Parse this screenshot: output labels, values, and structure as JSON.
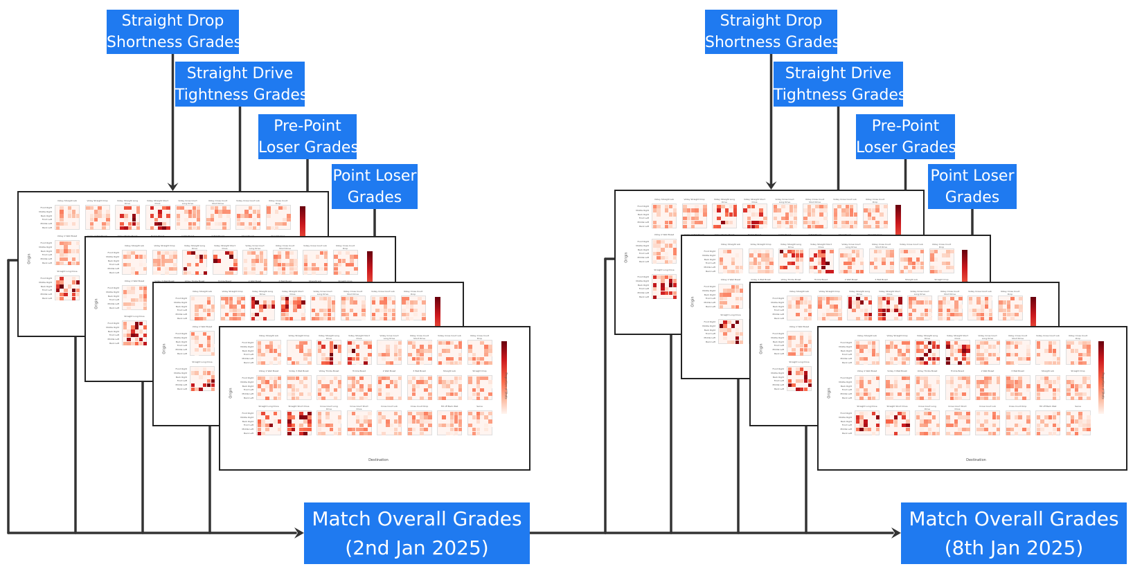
{
  "groups": [
    {
      "callouts": [
        "Straight Drop\nShortness Grades",
        "Straight Drive\nTightness Grades",
        "Pre-Point\nLoser Grades",
        "Point Loser\nGrades"
      ],
      "callout_lines": [
        [
          "Straight Drop",
          "Shortness Grades"
        ],
        [
          "Straight Drive",
          "Tightness Grades"
        ],
        [
          "Pre-Point",
          "Loser Grades"
        ],
        [
          "Point Loser",
          "Grades"
        ]
      ],
      "result": {
        "line1": "Match Overall Grades",
        "line2": "(2nd Jan 2025)"
      }
    },
    {
      "callout_lines": [
        [
          "Straight Drop",
          "Shortness Grades"
        ],
        [
          "Straight Drive",
          "Tightness Grades"
        ],
        [
          "Pre-Point",
          "Loser Grades"
        ],
        [
          "Point Loser",
          "Grades"
        ]
      ],
      "result": {
        "line1": "Match Overall Grades",
        "line2": "(8th Jan 2025)"
      }
    }
  ],
  "heatmap": {
    "ylabel": "Origin",
    "xlabel": "Destination",
    "colorbar_label": "Proportion of Shots",
    "row_labels": [
      "Front Right",
      "Middle Right",
      "Back Right",
      "Front Left",
      "Middle Left",
      "Back Left"
    ],
    "panel_titles": [
      "Volley Straight Lob",
      "Volley Straight Drop",
      "Volley Straight Long Drive",
      "Volley Straight Short Drive",
      "Volley Cross Court Long Drive",
      "Volley Cross Court Short Drive",
      "Volley Cross Court Lob",
      "Volley Cross Court Drop",
      "Volley 2 Wall Boast",
      "Volley 3 Wall Boast",
      "Volley Trickle Boast",
      "Trickle Boast",
      "2 Wall Boast",
      "3 Wall Boast",
      "Straight Lob",
      "Straight Drop",
      "Straight Long Drive",
      "Straight Short Drive",
      "Cross Court Long Drive",
      "Cross Court Short Drive",
      "Cross Court Lob",
      "Cross Court Drop",
      "Hit off Back Wall",
      "Serve"
    ],
    "colors": {
      "low": "#fff5f0",
      "high": "#67000d"
    }
  },
  "colors": {
    "callout": "#1f7af0",
    "wire": "#333333",
    "frame_border": "#222222"
  }
}
